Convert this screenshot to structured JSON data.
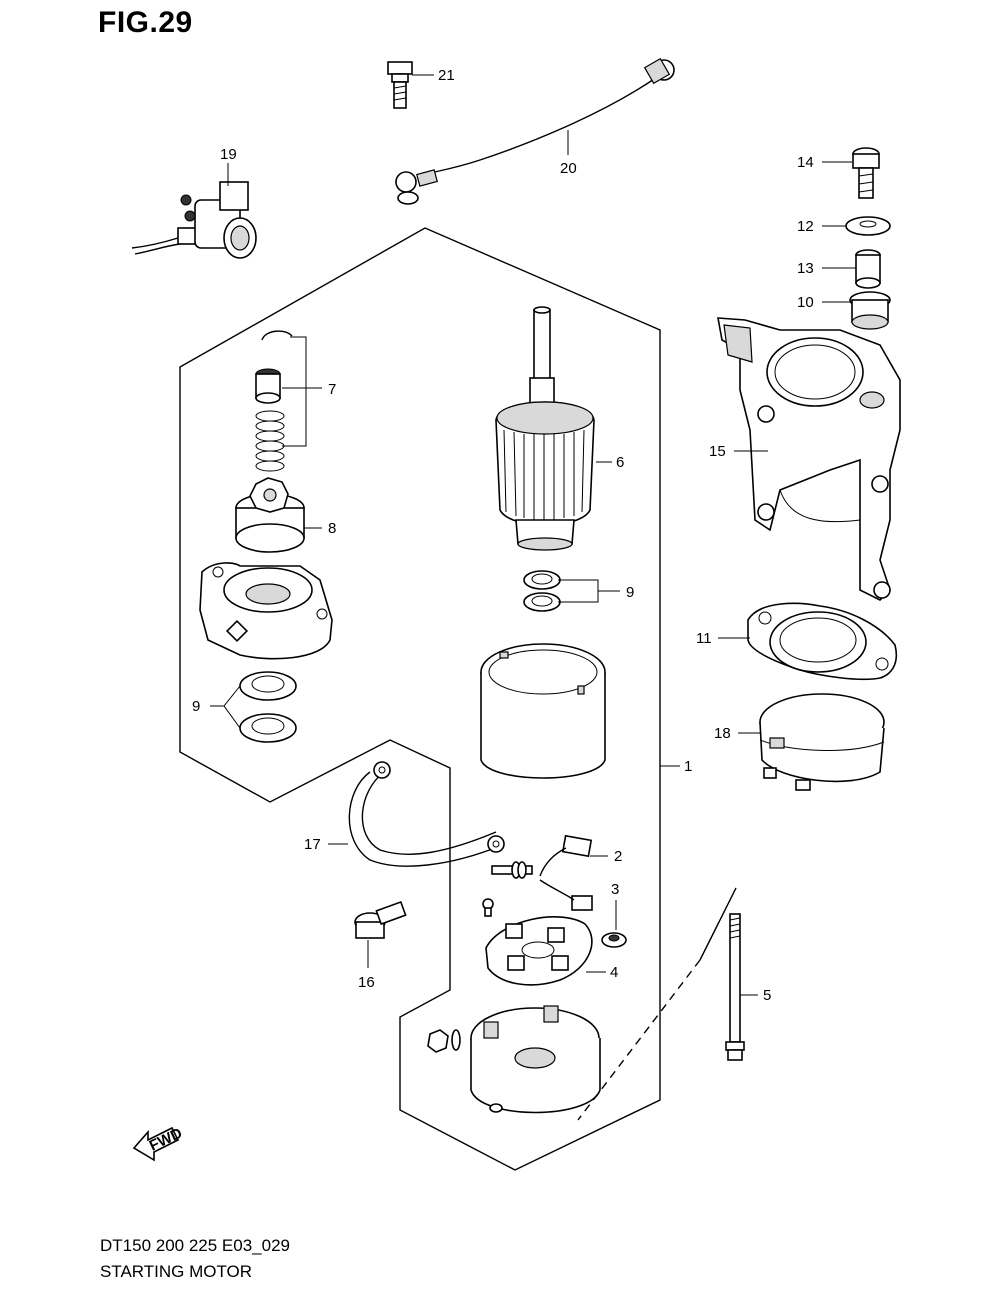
{
  "figure": {
    "title": "FIG.29"
  },
  "footer": {
    "model_code": "DT150 200 225 E03_029",
    "section_name": "STARTING MOTOR"
  },
  "callouts": {
    "c1": "1",
    "c2": "2",
    "c3": "3",
    "c4": "4",
    "c5": "5",
    "c6": "6",
    "c7": "7",
    "c8": "8",
    "c9a": "9",
    "c9b": "9",
    "c10": "10",
    "c11": "11",
    "c12": "12",
    "c13": "13",
    "c14": "14",
    "c15": "15",
    "c16": "16",
    "c17": "17",
    "c18": "18",
    "c19": "19",
    "c20": "20",
    "c21": "21"
  },
  "fwd_arrow": {
    "label": "FWD"
  }
}
